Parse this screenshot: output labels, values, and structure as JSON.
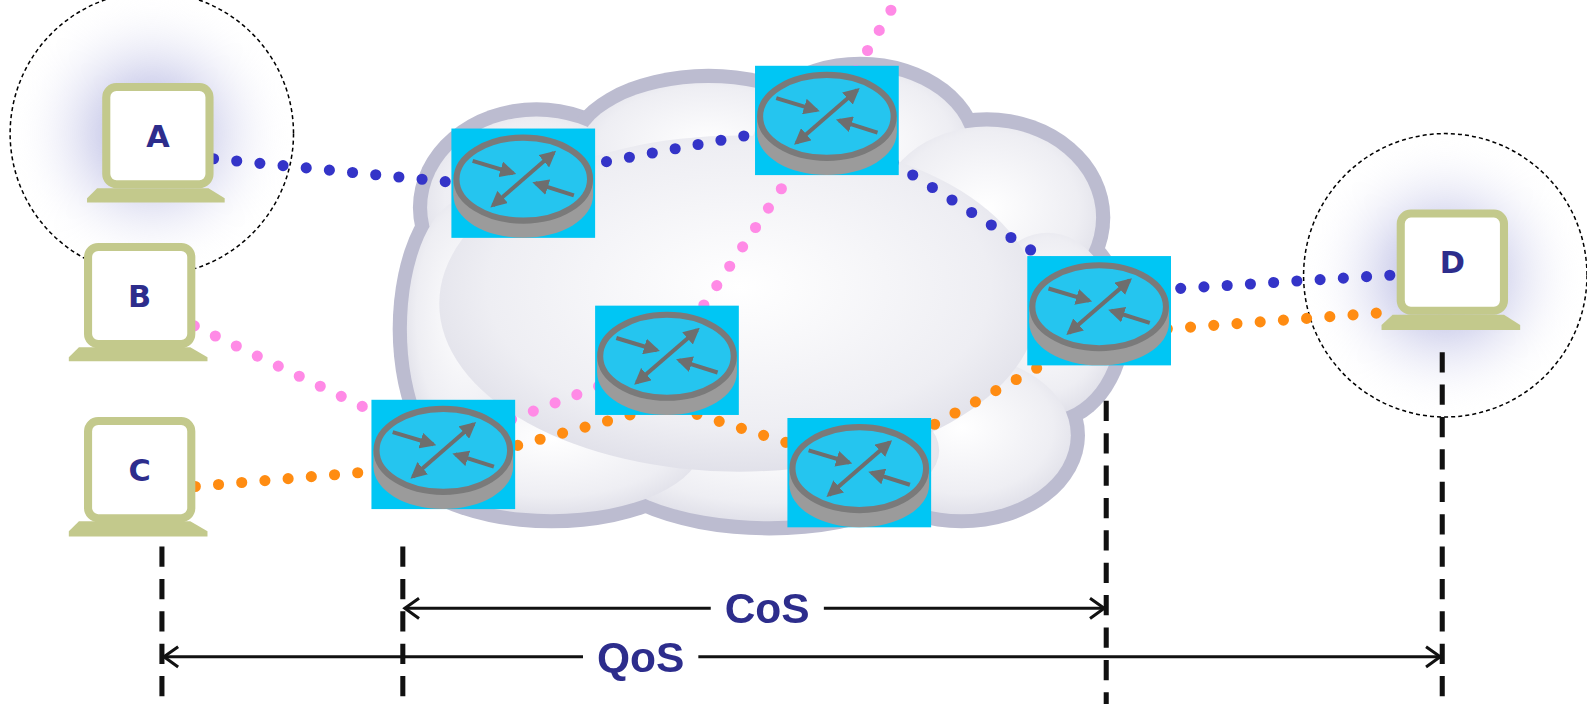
{
  "diagram": {
    "nodes": [
      {
        "text": [
          "A"
        ]
      },
      {
        "text": [
          "B"
        ]
      },
      {
        "text": [
          "C"
        ]
      },
      {
        "text": [
          "D"
        ]
      }
    ],
    "edges": [
      {
        "from": 0,
        "to": 3,
        "arrow": "none"
      },
      {
        "from": 2,
        "to": 3,
        "arrow": "none"
      }
    ],
    "labels": [
      "CoS",
      "QoS"
    ]
  }
}
